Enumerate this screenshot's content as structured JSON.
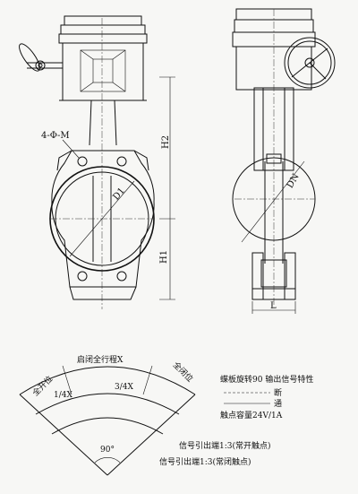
{
  "labels": {
    "bolt_holes": "4-Φ-M",
    "h2": "H2",
    "h1": "H1",
    "d1": "D1",
    "dn": "DN",
    "l": "L"
  },
  "switch_diagram": {
    "title": "启闭全行程X",
    "fully_open": "全开位",
    "fully_closed": "全闭位",
    "quarter": "1/4X",
    "three_quarter": "3/4X",
    "angle": "90°"
  },
  "legend": {
    "rotation_title": "蝶板旋转90 输出信号特性",
    "off": "断",
    "on": "通",
    "contact_capacity": "触点容量24V/1A"
  },
  "signal_notes": [
    "信号引出端1:3(常开触点)",
    "信号引出端1:3(常闭触点)"
  ]
}
